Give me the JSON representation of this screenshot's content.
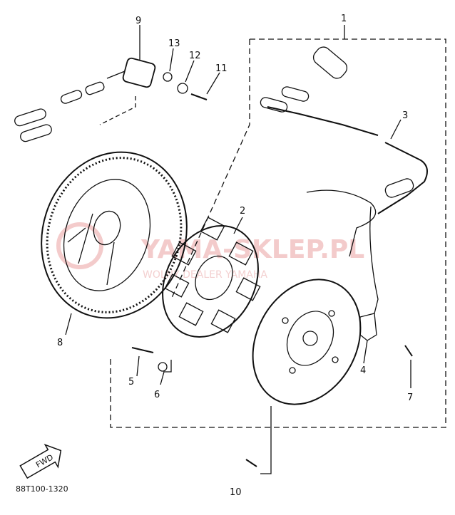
{
  "diagram": {
    "callouts": {
      "c1": "1",
      "c2": "2",
      "c3": "3",
      "c4": "4",
      "c5": "5",
      "c6": "6",
      "c7": "7",
      "c8": "8",
      "c9": "9",
      "c10": "10",
      "c11": "11",
      "c12": "12",
      "c13": "13"
    },
    "part_code": "88T100-1320",
    "fwd_label": "FWD"
  },
  "watermark": {
    "brand": "YAMA-SKLEP.PL",
    "tagline": "WOLNY DEALER YAMAHA"
  }
}
